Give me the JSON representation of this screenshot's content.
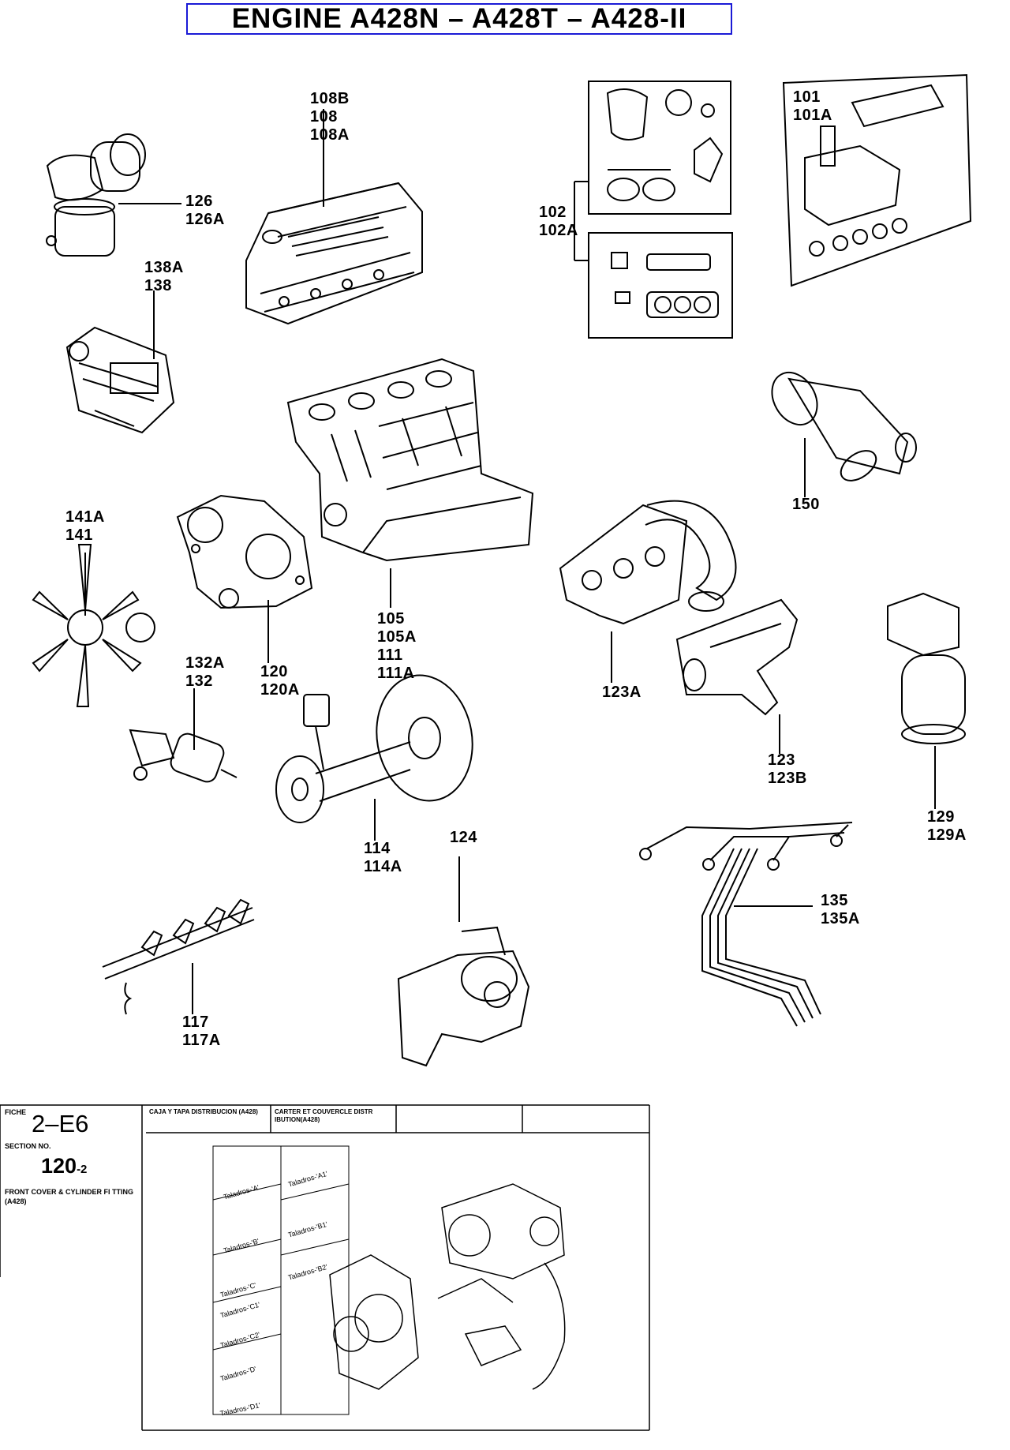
{
  "title": "ENGINE  A428N – A428T – A428-II",
  "callouts": {
    "c108": [
      "108B",
      "108",
      "108A"
    ],
    "c126": [
      "126",
      "126A"
    ],
    "c102": [
      "102",
      "102A"
    ],
    "c101": [
      "101",
      "101A"
    ],
    "c138": [
      "138A",
      "138"
    ],
    "c150": [
      "150"
    ],
    "c141": [
      "141A",
      "141"
    ],
    "c120": [
      "120",
      "120A"
    ],
    "c105": [
      "105",
      "105A",
      "111",
      "111A"
    ],
    "c123a": [
      "123A"
    ],
    "c132": [
      "132A",
      "132"
    ],
    "c123": [
      "123",
      "123B"
    ],
    "c129": [
      "129",
      "129A"
    ],
    "c114": [
      "114",
      "114A"
    ],
    "c124": [
      "124"
    ],
    "c135": [
      "135",
      "135A"
    ],
    "c117": [
      "117",
      "117A"
    ]
  },
  "fiche": {
    "fiche_label": "FICHE",
    "fiche_value": "2–E6",
    "section_label": "SECTION NO.",
    "section_value": "120",
    "section_suffix": "-2",
    "description": "FRONT COVER & CYLINDER FI TTING (A428)"
  },
  "inset": {
    "col1": "CAJA Y TAPA DISTRIBUCION (A428)",
    "col2": "CARTER ET COUVERCLE DISTR IBUTION(A428)",
    "taladros": [
      "Taladros-'A'",
      "Taladros-'B'",
      "Taladros-'C'",
      "Taladros-'C1'",
      "Taladros-'C2'",
      "Taladros-'D'",
      "Taladros-'D1'",
      "Taladros-'A1'",
      "Taladros-'B1'",
      "Taladros-'B2'"
    ]
  }
}
